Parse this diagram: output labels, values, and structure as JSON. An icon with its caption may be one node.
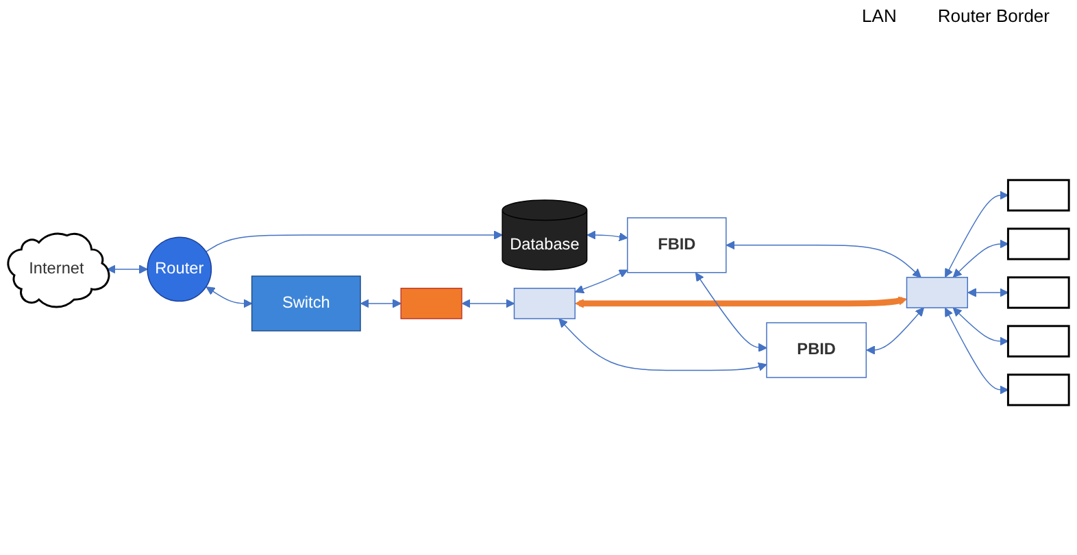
{
  "diagram": {
    "nodes": [
      {
        "text": [
          "Database"
        ]
      },
      {
        "text": [
          "Internet"
        ]
      },
      {
        "text": [
          "Router"
        ]
      },
      {
        "text": [
          "Switch"
        ]
      },
      {
        "text": [],
        "shape": "wall"
      },
      {
        "text": [],
        "shape": "bar"
      },
      {
        "text": [
          "FBID"
        ]
      },
      {
        "text": [
          "PBID"
        ]
      },
      {
        "text": [],
        "shape": "bar"
      },
      {
        "text": [],
        "shape": "laptop"
      },
      {
        "text": [],
        "shape": "laptop"
      },
      {
        "text": [],
        "shape": "laptop"
      },
      {
        "text": [],
        "shape": "laptop"
      },
      {
        "text": [],
        "shape": "laptop"
      }
    ],
    "edges": [
      {
        "from": 1,
        "to": 2,
        "arrow": "both"
      },
      {
        "from": 2,
        "to": 0,
        "arrow": "to"
      },
      {
        "from": 0,
        "to": 6,
        "arrow": "both"
      },
      {
        "from": 2,
        "to": 3,
        "arrow": "both"
      },
      {
        "from": 3,
        "to": 4,
        "arrow": "both"
      },
      {
        "from": 4,
        "to": 5,
        "arrow": "both"
      },
      {
        "from": 5,
        "to": 6,
        "arrow": "both"
      },
      {
        "from": 6,
        "to": 8,
        "arrow": "both"
      },
      {
        "from": 5,
        "to": 8,
        "arrow": "both",
        "style": "thick",
        "color": "#ed7d31"
      },
      {
        "from": 6,
        "to": 7,
        "arrow": "both"
      },
      {
        "from": 5,
        "to": 7,
        "arrow": "both"
      },
      {
        "from": 7,
        "to": 8,
        "arrow": "both"
      },
      {
        "from": 8,
        "to": 9,
        "arrow": "both"
      },
      {
        "from": 8,
        "to": 10,
        "arrow": "both"
      },
      {
        "from": 8,
        "to": 11,
        "arrow": "both"
      },
      {
        "from": 8,
        "to": 12,
        "arrow": "both"
      },
      {
        "from": 8,
        "to": 13,
        "arrow": "both"
      }
    ],
    "labels": [
      "LAN",
      "Router Border"
    ]
  }
}
